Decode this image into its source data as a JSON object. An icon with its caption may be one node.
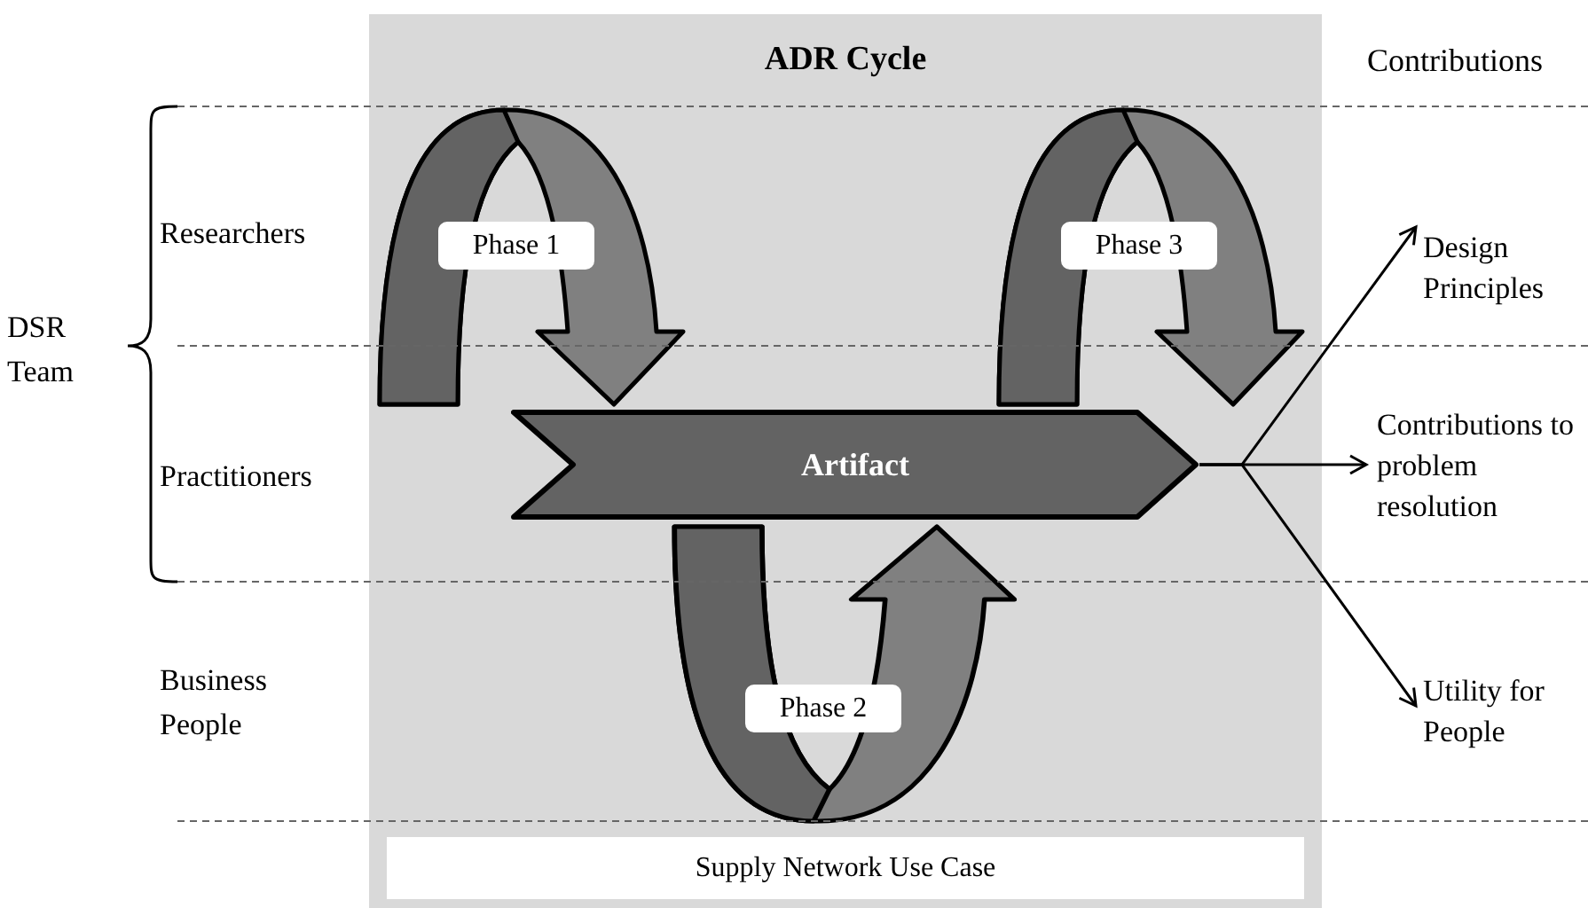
{
  "diagram": {
    "nodes": [
      {
        "text": [
          "ADR Cycle"
        ]
      },
      {
        "text": [
          "Artifact"
        ],
        "in": 0
      },
      {
        "text": [
          "Phase 1"
        ],
        "in": 0
      },
      {
        "text": [
          "Phase 2"
        ],
        "in": 0
      },
      {
        "text": [
          "Phase 3"
        ],
        "in": 0
      },
      {
        "text": [
          "Supply Network Use Case"
        ],
        "in": 0
      },
      {
        "text": [
          "Design Principles"
        ]
      },
      {
        "text": [
          "Contributions to problem resolution"
        ]
      },
      {
        "text": [
          "Utility for People"
        ]
      }
    ],
    "edges": [
      {
        "from": 1,
        "to": 6,
        "arrow": "to"
      },
      {
        "from": 1,
        "to": 7,
        "arrow": "to"
      },
      {
        "from": 1,
        "to": 8,
        "arrow": "to"
      },
      {
        "from": 2,
        "to": 1,
        "arrow": "to"
      },
      {
        "from": 3,
        "to": 1,
        "arrow": "to"
      },
      {
        "from": 4,
        "to": 1,
        "arrow": "to"
      }
    ],
    "labels": [
      "Contributions",
      "Researchers",
      "DSR Team",
      "Practitioners",
      "Business People"
    ]
  }
}
